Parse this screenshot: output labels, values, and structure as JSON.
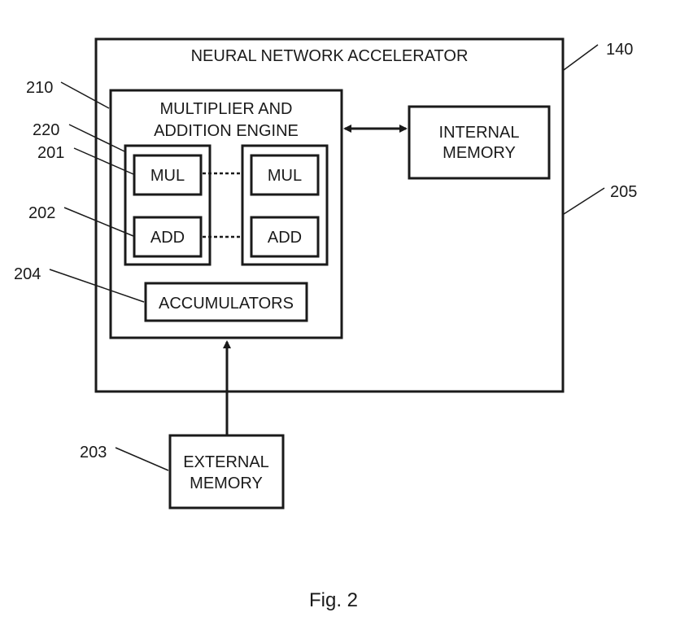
{
  "figure": {
    "caption": "Fig. 2",
    "blocks": {
      "accelerator": "NEURAL NETWORK ACCELERATOR",
      "engine_line1": "MULTIPLIER AND",
      "engine_line2": "ADDITION ENGINE",
      "mul_a": "MUL",
      "mul_b": "MUL",
      "add_a": "ADD",
      "add_b": "ADD",
      "accumulators": "ACCUMULATORS",
      "internal_line1": "INTERNAL",
      "internal_line2": "MEMORY",
      "external_line1": "EXTERNAL",
      "external_line2": "MEMORY"
    },
    "refs": {
      "r140": "140",
      "r205": "205",
      "r210": "210",
      "r220": "220",
      "r201": "201",
      "r202": "202",
      "r204": "204",
      "r203": "203"
    }
  }
}
